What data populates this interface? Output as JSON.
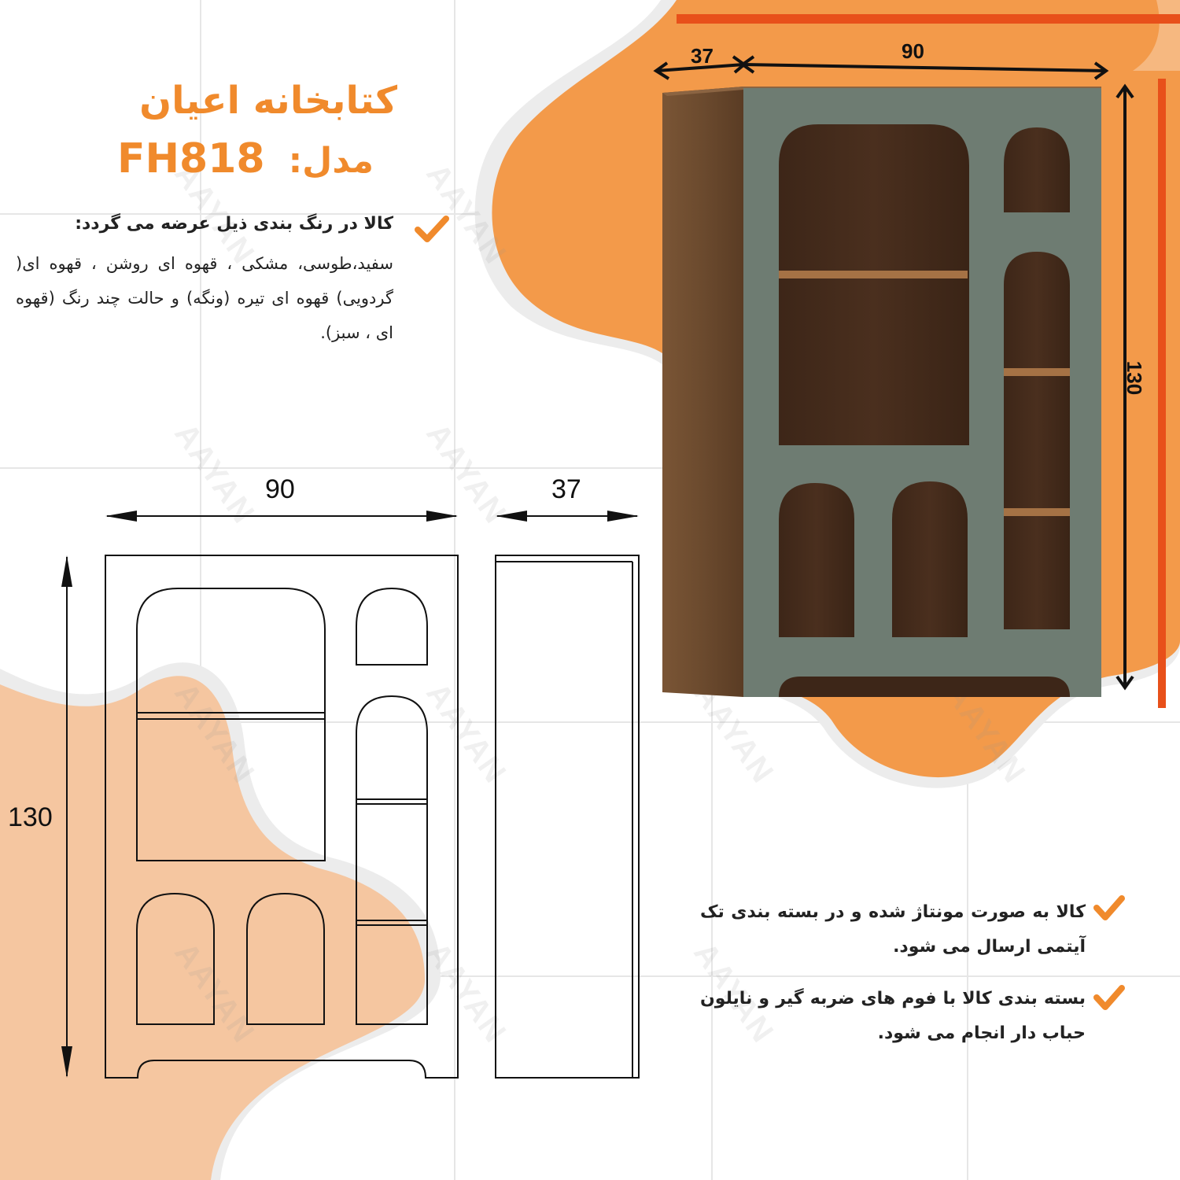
{
  "product": {
    "title": "کتابخانه اعیان",
    "model_label": "مدل:",
    "model_code": "FH818"
  },
  "colors": {
    "heading": "کالا در رنگ بندی ذیل عرضه می گردد:",
    "text": "سفید،طوسی، مشکی ، قهوه ای روشن ، قهوه ای( گردویی) قهوه ای تیره (ونگه) و حالت چند رنگ (قهوه ای ، سبز)."
  },
  "notes": [
    "کالا به صورت مونتاژ شده و در بسته بندی تک آیتمی ارسال می شود.",
    "بسته بندی کالا با فوم های ضربه گیر و نایلون حباب دار انجام می شود."
  ],
  "product_view": {
    "depth": "37",
    "width": "90",
    "height": "130"
  },
  "drawing": {
    "width": "90",
    "depth": "37",
    "height": "130"
  },
  "palette": {
    "accent": "#f08a2c",
    "accent_light": "#f5c6a0",
    "accent_dark": "#e8501a",
    "panel_green": "#6e7c72",
    "wood": "#6b4a2e",
    "wood_dark": "#3d2618",
    "line": "#111111"
  }
}
